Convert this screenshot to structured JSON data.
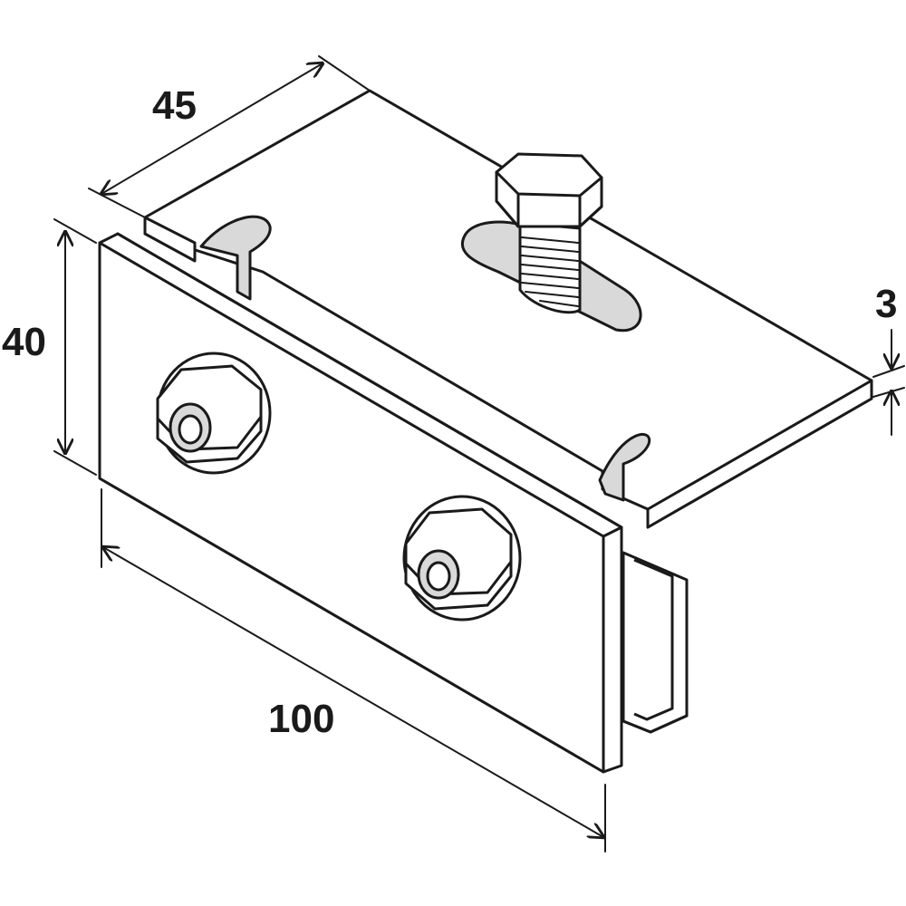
{
  "dimensions": {
    "width": "45",
    "height": "40",
    "thickness": "3",
    "length": "100"
  }
}
